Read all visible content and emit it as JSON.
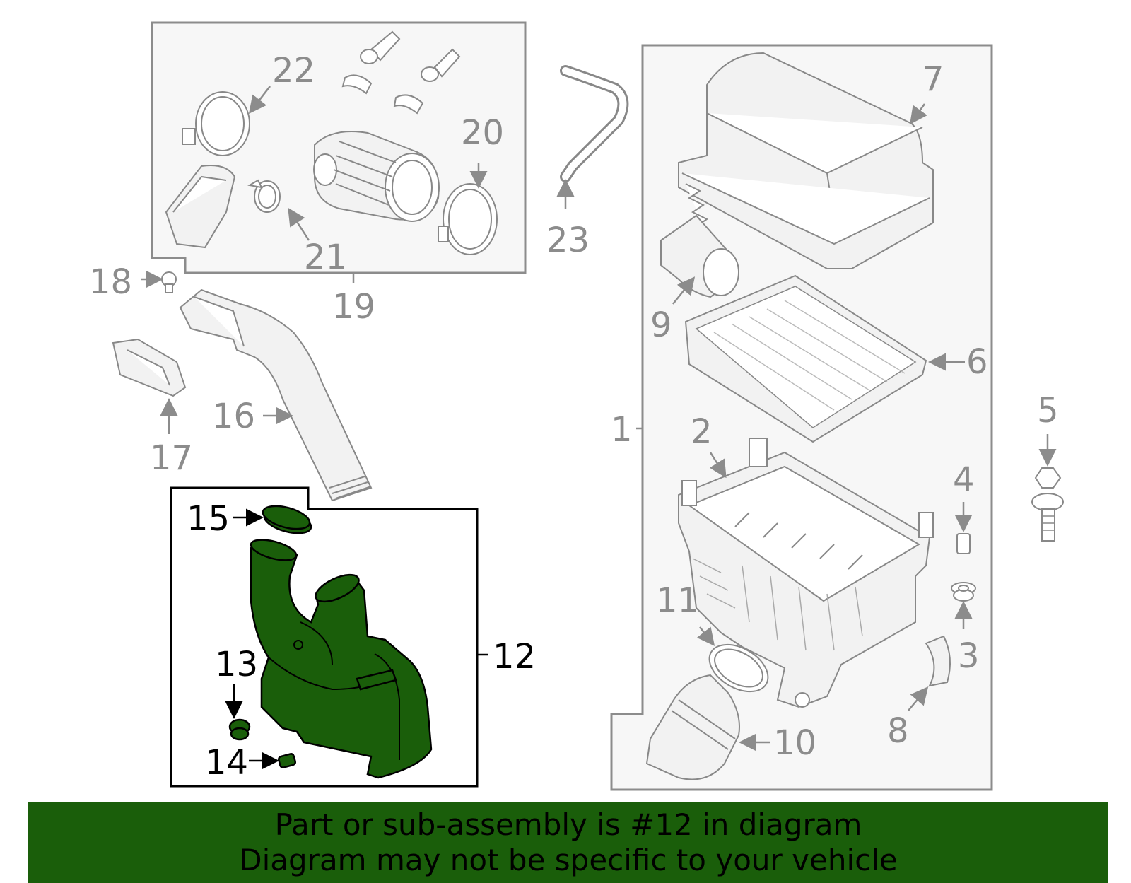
{
  "colors": {
    "highlight": "#1a5e0a",
    "banner_background": "#1a5e0a",
    "part_stroke": "#888888",
    "group_box_background": "#f7f7f7",
    "callout_grey": "#8c8c8c",
    "callout_black": "#000000"
  },
  "highlighted_part": "12",
  "callouts": {
    "c1": "1",
    "c2": "2",
    "c3": "3",
    "c4": "4",
    "c5": "5",
    "c6": "6",
    "c7": "7",
    "c8": "8",
    "c9": "9",
    "c10": "10",
    "c11": "11",
    "c12": "12",
    "c13": "13",
    "c14": "14",
    "c15": "15",
    "c16": "16",
    "c17": "17",
    "c18": "18",
    "c19": "19",
    "c20": "20",
    "c21": "21",
    "c22": "22",
    "c23": "23"
  },
  "banner": {
    "line1": "Part or sub-assembly is #12 in diagram",
    "line2": "Diagram may not be specific to your vehicle"
  }
}
